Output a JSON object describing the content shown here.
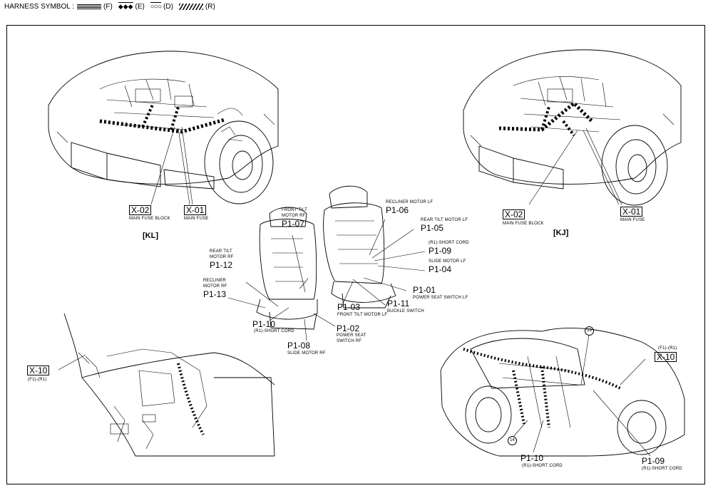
{
  "header": {
    "label": "HARNESS SYMBOL :",
    "f": "(F)",
    "e": "(E)",
    "d": "(D)",
    "r": "(R)",
    "diamonds": "◆◆◆",
    "circles": "○○○"
  },
  "kl": {
    "variant": "[KL]",
    "x02": "X-02",
    "x02_cap": "MAIN FUSE BLOCK",
    "x01": "X-01",
    "x01_cap": "MAIN FUSE"
  },
  "kj": {
    "variant": "[KJ]",
    "x02": "X-02",
    "x02_cap": "MAIN FUSE BLOCK",
    "x01": "X-01",
    "x01_cap": "MAIN FUSE"
  },
  "seats": {
    "p107": {
      "cap1": "FRONT TILT",
      "cap2": "MOTOR RF",
      "code": "P1-07"
    },
    "p112": {
      "cap1": "REAR TILT",
      "cap2": "MOTOR RF",
      "code": "P1-12"
    },
    "p113": {
      "cap1": "RECLINER",
      "cap2": "MOTOR RF",
      "code": "P1-13"
    },
    "p110": {
      "code": "P1-10",
      "cap": "(R1)-SHORT CORD"
    },
    "p108": {
      "code": "P1-08",
      "cap": "SLIDE MOTOR RF"
    },
    "p102": {
      "code": "P1-02",
      "cap1": "POWER SEAT",
      "cap2": "SWITCH RF"
    },
    "p106": {
      "cap": "RECLINER MOTOR LF",
      "code": "P1-06"
    },
    "p105": {
      "cap": "REAR TILT MOTOR LF",
      "code": "P1-05"
    },
    "p109": {
      "cap": "(R1)-SHORT CORD",
      "code": "P1-09"
    },
    "p104": {
      "cap": "SLIDE MOTOR LF",
      "code": "P1-04"
    },
    "p101": {
      "code": "P1-01",
      "cap": "POWER SEAT SWITCH LF"
    },
    "p111": {
      "code": "P1-11",
      "cap": "BUCKLE SWITCH"
    },
    "p103": {
      "code": "P1-03",
      "cap": "FRONT TILT MOTOR LF"
    }
  },
  "dash": {
    "x10": "X-10",
    "x10_cap": "(F1)-(R1)"
  },
  "car": {
    "x10": "X-10",
    "x10_cap": "(F1)-(R1)",
    "c13": "13",
    "c14": "14",
    "p110": {
      "code": "P1-10",
      "cap": "(R1)-SHORT CORD"
    },
    "p109": {
      "code": "P1-09",
      "cap": "(R1)-SHORT CORD"
    }
  }
}
